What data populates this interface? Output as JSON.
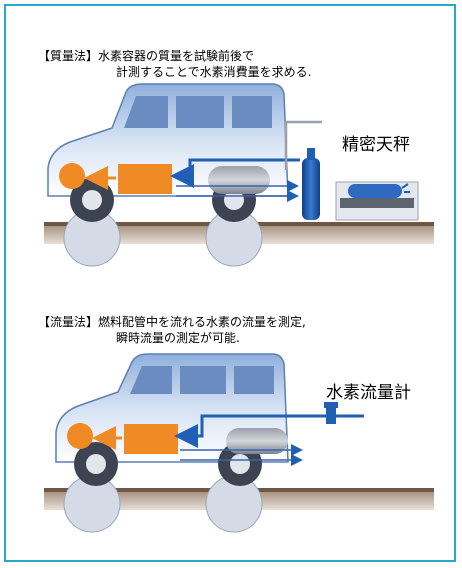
{
  "mass_method": {
    "tag": "【質量法】",
    "line1": "水素容器の質量を試験前後で",
    "line2": "計測することで水素消費量を求める.",
    "instrument_label": "精密天秤"
  },
  "flow_method": {
    "tag": "【流量法】",
    "line1": "燃料配管中を流れる水素の流量を測定,",
    "line2": "瞬時流量の測定が可能.",
    "instrument_label": "水素流量計"
  },
  "colors": {
    "frame": "#2aa9c6",
    "van_body": "#c9d9ef",
    "engine": "#f08a24",
    "pipe": "#1f5fb4",
    "ground": "#7a6451",
    "wheel": "#4a4f5a"
  }
}
